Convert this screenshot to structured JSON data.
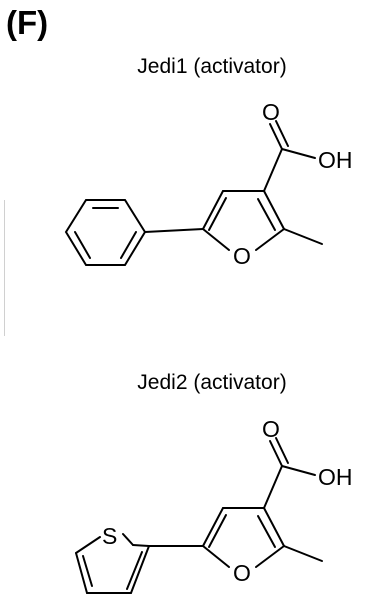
{
  "panel": {
    "label": "(F)"
  },
  "molecules": [
    {
      "caption": "Jedi1 (activator)",
      "atoms": {
        "carbonyl_o": "O",
        "hydroxyl": "OH",
        "ring_o": "O"
      }
    },
    {
      "caption": "Jedi2 (activator)",
      "atoms": {
        "carbonyl_o": "O",
        "hydroxyl": "OH",
        "ring_o": "O",
        "ring_s": "S"
      }
    }
  ]
}
